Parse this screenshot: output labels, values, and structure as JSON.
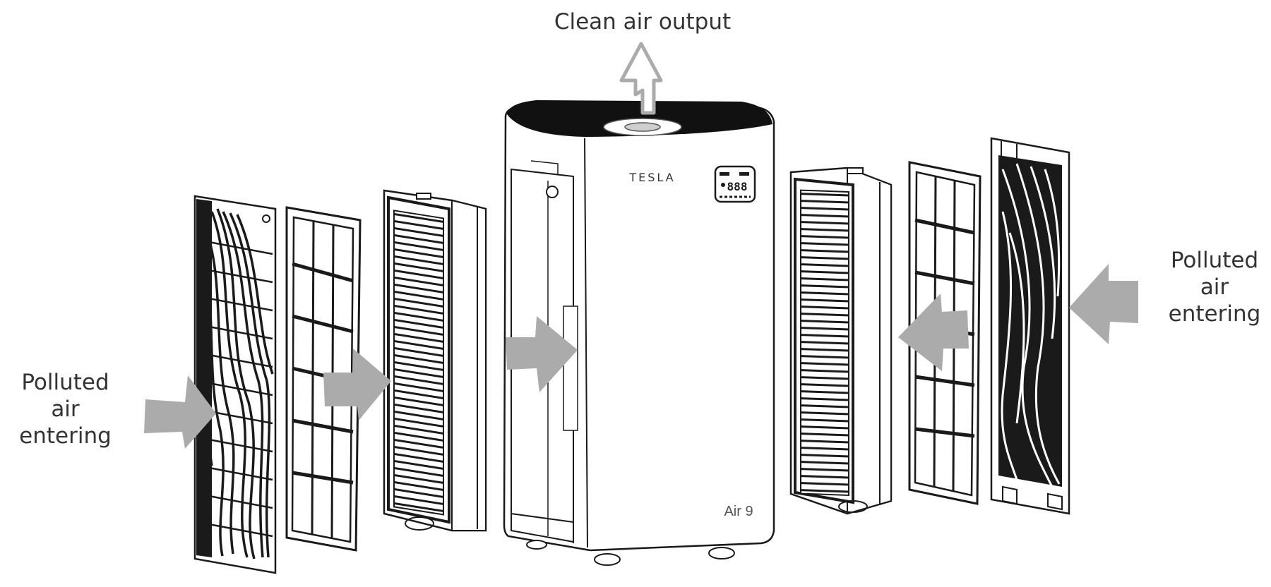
{
  "labels": {
    "clean_air_output": "Clean air output",
    "polluted_left": [
      "Polluted",
      "air",
      "entering"
    ],
    "polluted_right": [
      "Polluted",
      "air",
      "entering"
    ]
  },
  "device": {
    "brand": "TESLA",
    "model": "Air 9",
    "display_digits": "888"
  },
  "colors": {
    "arrow": "#ababab",
    "line": "#1a1a1a",
    "text": "#333333"
  },
  "icons": [
    "outline-up-arrow-icon",
    "solid-right-arrow-icon",
    "solid-left-arrow-icon"
  ]
}
